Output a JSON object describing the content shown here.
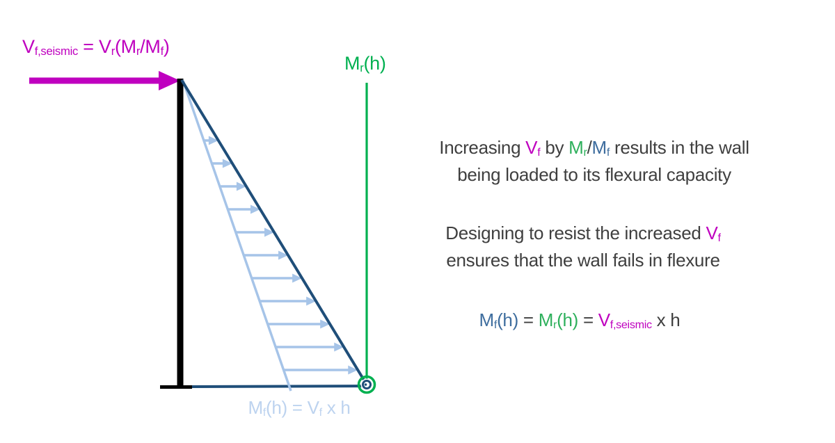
{
  "colors": {
    "magenta": "#bf00bf",
    "green": "#00b050",
    "green_text": "#2eb05c",
    "dark_blue": "#1f4e79",
    "steel_blue": "#3e6d9e",
    "light_blue": "#a6c4e8",
    "light_blue_text": "#bdd3ef",
    "gray_text": "#3f3f3f",
    "black": "#000000",
    "white": "#ffffff"
  },
  "diagram": {
    "seismic_formula": {
      "segments": [
        {
          "t": "V",
          "c": "magenta"
        },
        {
          "t": "f,seismic",
          "sub": true,
          "c": "magenta"
        },
        {
          "t": " = V",
          "c": "magenta"
        },
        {
          "t": "r",
          "sub": true,
          "c": "magenta"
        },
        {
          "t": "(M",
          "c": "magenta"
        },
        {
          "t": "r",
          "sub": true,
          "c": "magenta"
        },
        {
          "t": "/M",
          "c": "magenta"
        },
        {
          "t": "f",
          "sub": true,
          "c": "magenta"
        },
        {
          "t": ")",
          "c": "magenta"
        }
      ]
    },
    "moment_resistance_label": {
      "segments": [
        {
          "t": "M",
          "c": "green"
        },
        {
          "t": "r",
          "sub": true,
          "c": "green"
        },
        {
          "t": "(h)",
          "c": "green"
        }
      ]
    },
    "moment_demand_label": {
      "segments": [
        {
          "t": "M",
          "c": "light_blue_text"
        },
        {
          "t": "f",
          "sub": true,
          "c": "light_blue_text"
        },
        {
          "t": "(h) = V",
          "c": "light_blue_text"
        },
        {
          "t": "f",
          "sub": true,
          "c": "light_blue_text"
        },
        {
          "t": " x h",
          "c": "light_blue_text"
        }
      ]
    },
    "load_arrows": {
      "count": 11
    }
  },
  "notes": {
    "block1": {
      "lines": [
        [
          {
            "t": "Increasing "
          },
          {
            "t": "V",
            "c": "magenta"
          },
          {
            "t": "f",
            "sub": true,
            "c": "magenta"
          },
          {
            "t": " by "
          },
          {
            "t": "M",
            "c": "green_text"
          },
          {
            "t": "r",
            "sub": true,
            "c": "green_text"
          },
          {
            "t": "/"
          },
          {
            "t": "M",
            "c": "steel_blue"
          },
          {
            "t": "f",
            "sub": true,
            "c": "steel_blue"
          },
          {
            "t": " results in the wall"
          }
        ],
        [
          {
            "t": "being loaded to its flexural capacity"
          }
        ]
      ]
    },
    "block2": {
      "lines": [
        [
          {
            "t": "Designing to resist the increased "
          },
          {
            "t": "V",
            "c": "magenta"
          },
          {
            "t": "f",
            "sub": true,
            "c": "magenta"
          }
        ],
        [
          {
            "t": "ensures that the wall fails in flexure"
          }
        ]
      ]
    },
    "equation": {
      "segments": [
        {
          "t": "M",
          "c": "steel_blue"
        },
        {
          "t": "f",
          "sub": true,
          "c": "steel_blue"
        },
        {
          "t": "(h)",
          "c": "steel_blue"
        },
        {
          "t": " = "
        },
        {
          "t": "M",
          "c": "green_text"
        },
        {
          "t": "r",
          "sub": true,
          "c": "green_text"
        },
        {
          "t": "(h)",
          "c": "green_text"
        },
        {
          "t": " = "
        },
        {
          "t": "V",
          "c": "magenta"
        },
        {
          "t": "f,seismic",
          "sub": true,
          "c": "magenta"
        },
        {
          "t": " x h"
        }
      ]
    }
  }
}
